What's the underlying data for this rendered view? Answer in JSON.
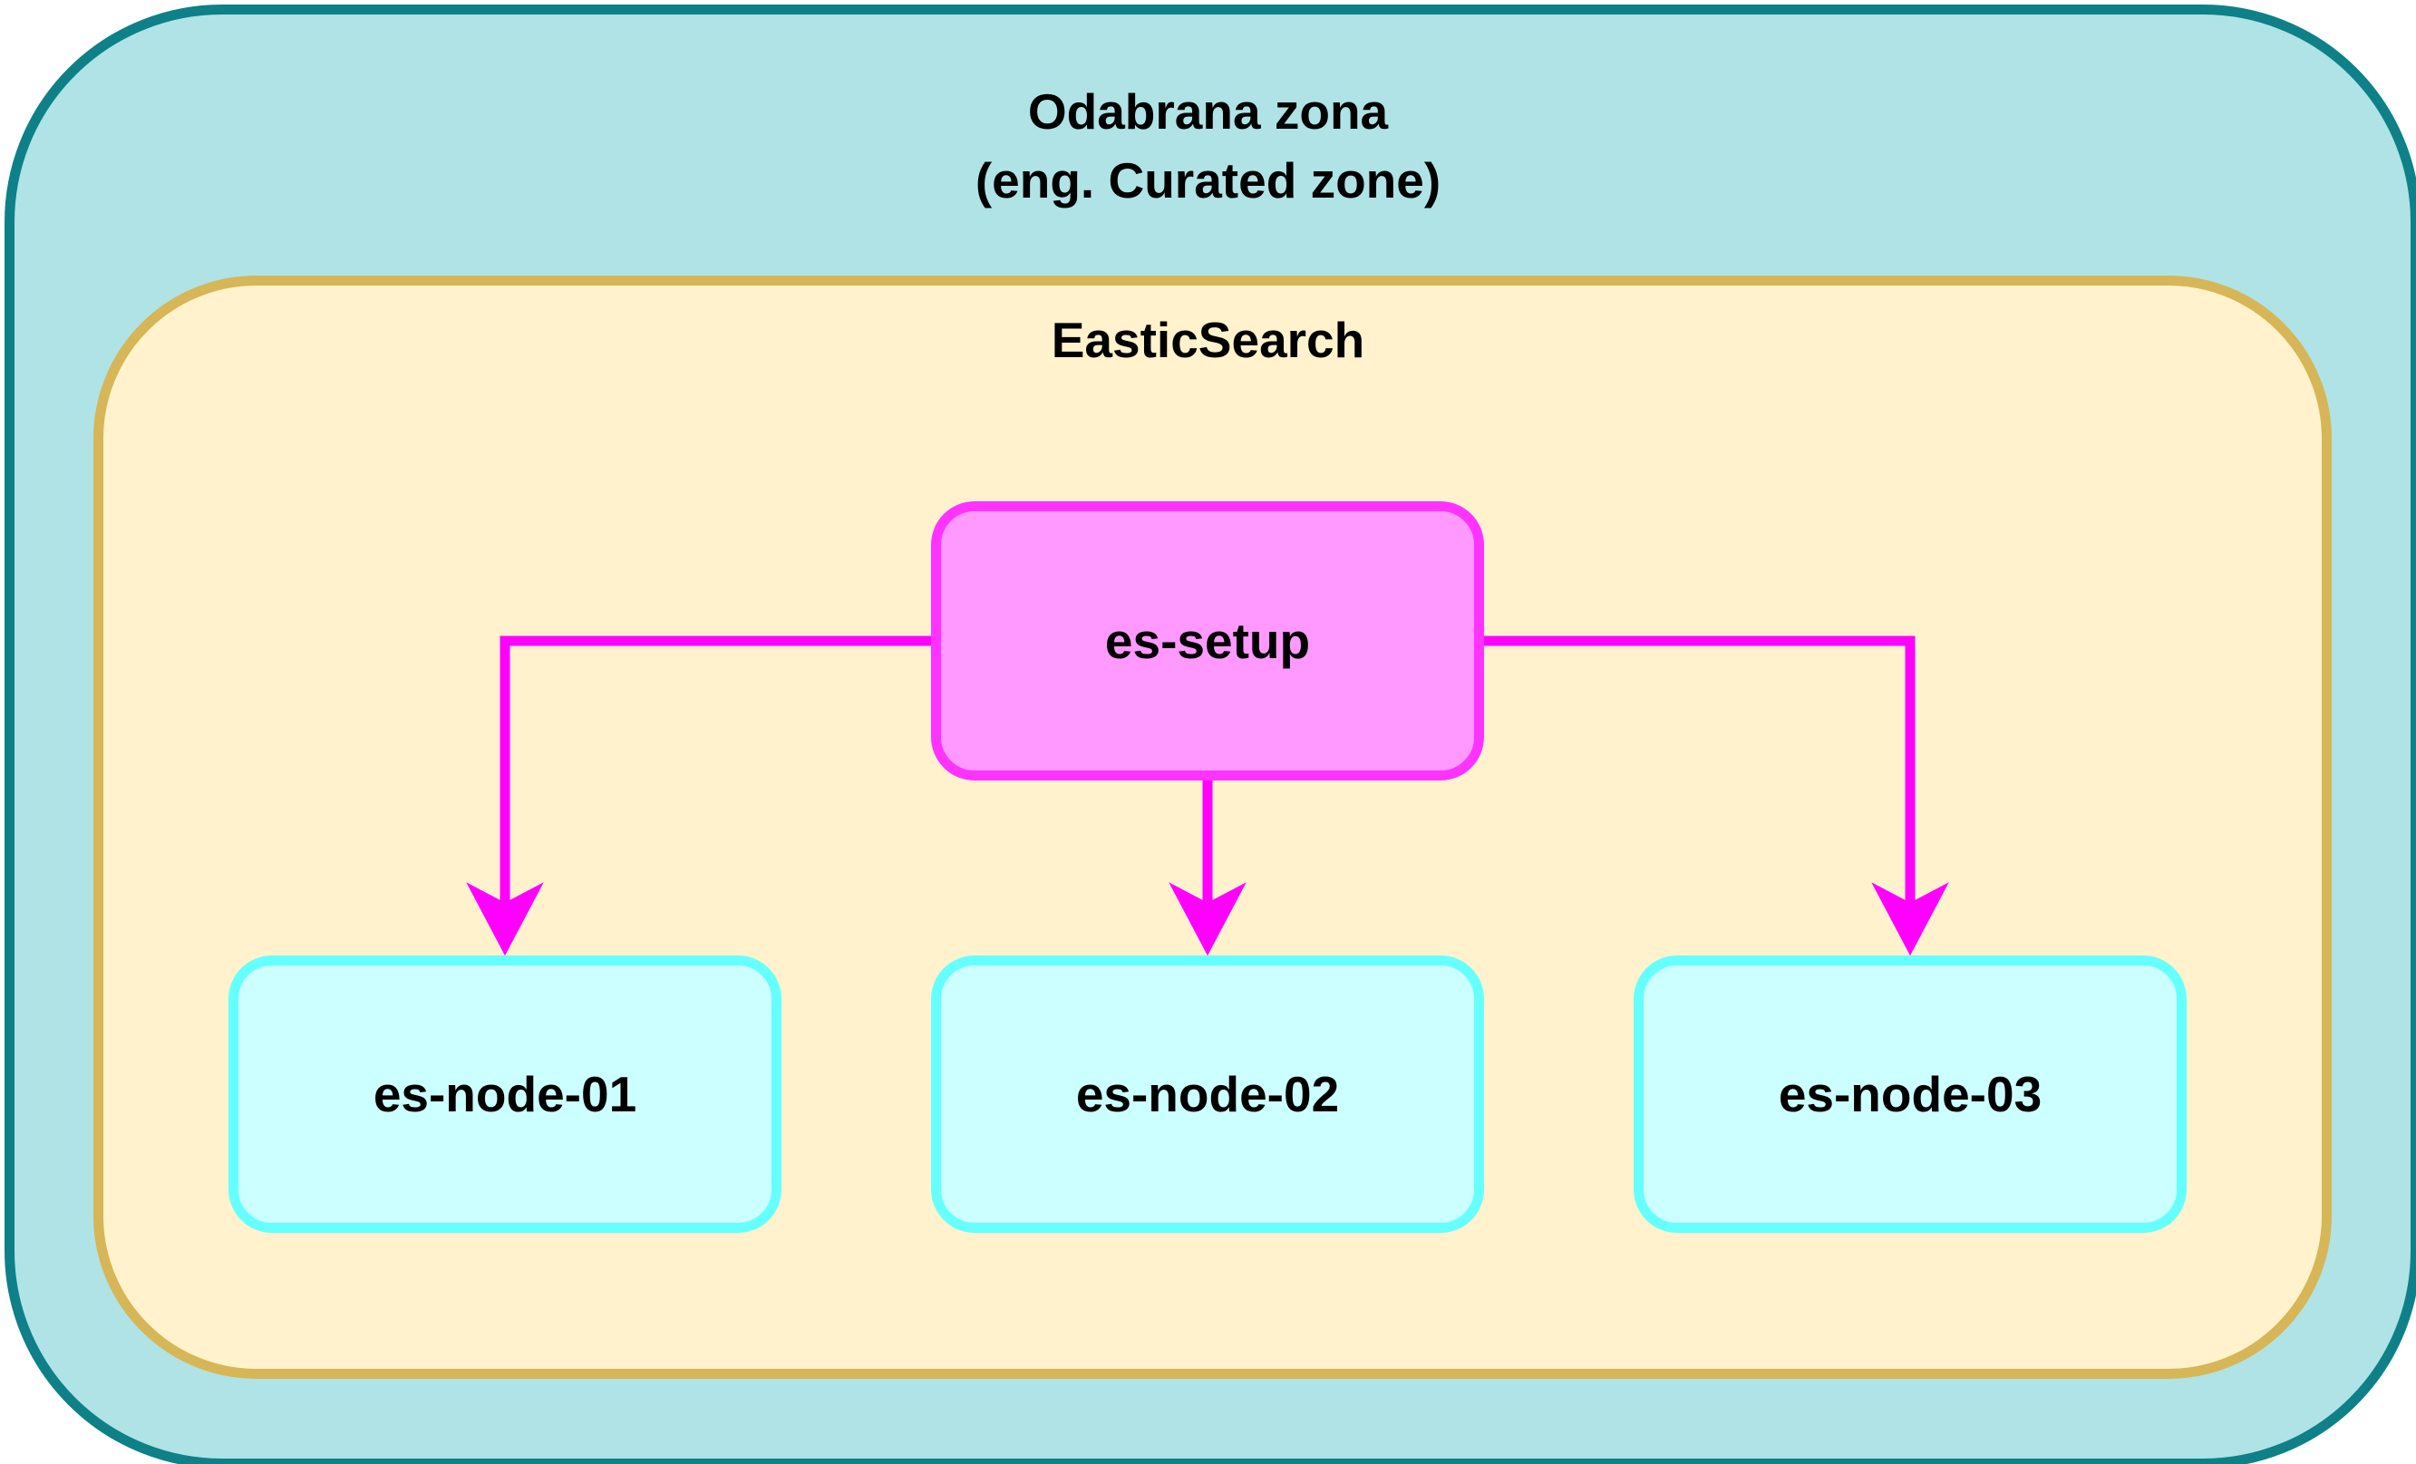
{
  "zone": {
    "title_line1": "Odabrana zona",
    "title_line2": "(eng. Curated zone)"
  },
  "cluster": {
    "title": "EasticSearch"
  },
  "nodes": {
    "setup": "es-setup",
    "node1": "es-node-01",
    "node2": "es-node-02",
    "node3": "es-node-03"
  },
  "colors": {
    "zone_fill": "#b0e3e6",
    "zone_stroke": "#0e8088",
    "cluster_fill": "#fff2cc",
    "cluster_stroke": "#d6b656",
    "setup_fill": "#ff99ff",
    "setup_stroke": "#ff33ff",
    "node_fill": "#ccffff",
    "node_stroke": "#66ffff",
    "edge": "#ff00ff"
  },
  "edges": [
    {
      "from": "es-setup",
      "to": "es-node-01"
    },
    {
      "from": "es-setup",
      "to": "es-node-02"
    },
    {
      "from": "es-setup",
      "to": "es-node-03"
    }
  ]
}
